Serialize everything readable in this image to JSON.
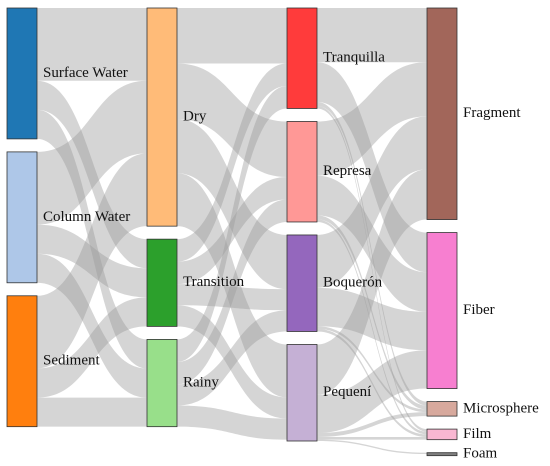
{
  "diagram": {
    "type": "sankey",
    "columns": [
      [
        {
          "id": "surface_water",
          "label": "Surface Water",
          "color": "#1f77b4"
        },
        {
          "id": "column_water",
          "label": "Column Water",
          "color": "#aec7e8"
        },
        {
          "id": "sediment",
          "label": "Sediment",
          "color": "#ff7f0e"
        }
      ],
      [
        {
          "id": "dry",
          "label": "Dry",
          "color": "#ffbb78"
        },
        {
          "id": "transition",
          "label": "Transition",
          "color": "#2ca02c"
        },
        {
          "id": "rainy",
          "label": "Rainy",
          "color": "#98df8a"
        }
      ],
      [
        {
          "id": "tranquilla",
          "label": "Tranquilla",
          "color": "#ff3b3b"
        },
        {
          "id": "represa",
          "label": "Represa",
          "color": "#ff9896"
        },
        {
          "id": "boqueron",
          "label": "Boquerón",
          "color": "#9467bd"
        },
        {
          "id": "pequeni",
          "label": "Pequení",
          "color": "#c5b0d5"
        }
      ],
      [
        {
          "id": "fragment",
          "label": "Fragment",
          "color": "#a2665a"
        },
        {
          "id": "fiber",
          "label": "Fiber",
          "color": "#f77fd0"
        },
        {
          "id": "microsphere",
          "label": "Microsphere",
          "color": "#d7a99d"
        },
        {
          "id": "film",
          "label": "Film",
          "color": "#f9b7d2"
        },
        {
          "id": "foam",
          "label": "Foam",
          "color": "#7f7f7f"
        }
      ]
    ],
    "links": [
      {
        "source": "surface_water",
        "target": "dry",
        "value": 55
      },
      {
        "source": "surface_water",
        "target": "transition",
        "value": 22
      },
      {
        "source": "surface_water",
        "target": "rainy",
        "value": 22
      },
      {
        "source": "column_water",
        "target": "dry",
        "value": 55
      },
      {
        "source": "column_water",
        "target": "transition",
        "value": 22
      },
      {
        "source": "column_water",
        "target": "rainy",
        "value": 22
      },
      {
        "source": "sediment",
        "target": "dry",
        "value": 55
      },
      {
        "source": "sediment",
        "target": "transition",
        "value": 22
      },
      {
        "source": "sediment",
        "target": "rainy",
        "value": 22
      },
      {
        "source": "dry",
        "target": "tranquilla",
        "value": 42
      },
      {
        "source": "dry",
        "target": "represa",
        "value": 42
      },
      {
        "source": "dry",
        "target": "boqueron",
        "value": 41
      },
      {
        "source": "dry",
        "target": "pequeni",
        "value": 40
      },
      {
        "source": "transition",
        "target": "tranquilla",
        "value": 17
      },
      {
        "source": "transition",
        "target": "represa",
        "value": 17
      },
      {
        "source": "transition",
        "target": "boqueron",
        "value": 16
      },
      {
        "source": "transition",
        "target": "pequeni",
        "value": 16
      },
      {
        "source": "rainy",
        "target": "tranquilla",
        "value": 17
      },
      {
        "source": "rainy",
        "target": "represa",
        "value": 17
      },
      {
        "source": "rainy",
        "target": "boqueron",
        "value": 16
      },
      {
        "source": "rainy",
        "target": "pequeni",
        "value": 16
      },
      {
        "source": "tranquilla",
        "target": "fragment",
        "value": 41
      },
      {
        "source": "tranquilla",
        "target": "fiber",
        "value": 30
      },
      {
        "source": "tranquilla",
        "target": "microsphere",
        "value": 3
      },
      {
        "source": "tranquilla",
        "target": "film",
        "value": 2
      },
      {
        "source": "represa",
        "target": "fragment",
        "value": 41
      },
      {
        "source": "represa",
        "target": "fiber",
        "value": 30
      },
      {
        "source": "represa",
        "target": "microsphere",
        "value": 3
      },
      {
        "source": "represa",
        "target": "film",
        "value": 2
      },
      {
        "source": "boqueron",
        "target": "fragment",
        "value": 40
      },
      {
        "source": "boqueron",
        "target": "fiber",
        "value": 29
      },
      {
        "source": "boqueron",
        "target": "microsphere",
        "value": 2
      },
      {
        "source": "boqueron",
        "target": "film",
        "value": 2
      },
      {
        "source": "pequeni",
        "target": "fragment",
        "value": 38
      },
      {
        "source": "pequeni",
        "target": "fiber",
        "value": 29
      },
      {
        "source": "pequeni",
        "target": "microsphere",
        "value": 3
      },
      {
        "source": "pequeni",
        "target": "film",
        "value": 2
      },
      {
        "source": "pequeni",
        "target": "foam",
        "value": 1
      }
    ]
  }
}
